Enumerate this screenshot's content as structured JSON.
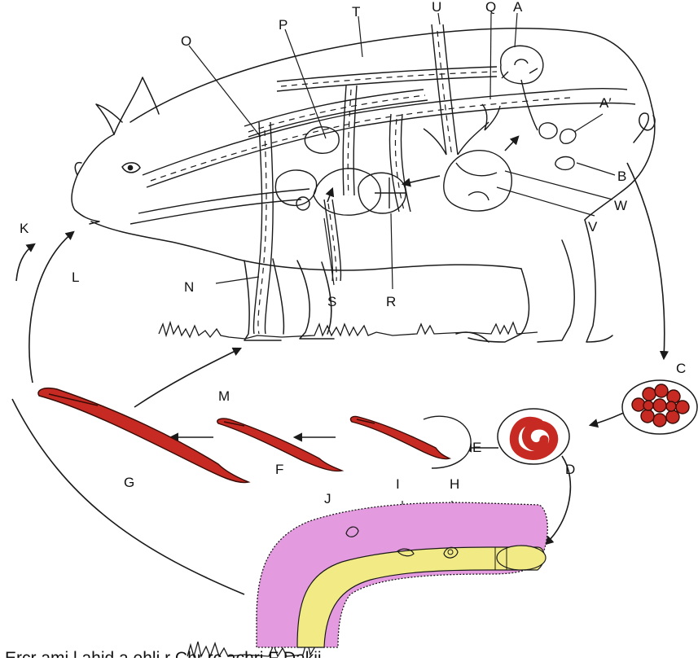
{
  "labels": {
    "A": "A",
    "A_prime": "A′",
    "B": "B",
    "C": "C",
    "D": "D",
    "E": "E",
    "F": "F",
    "G": "G",
    "H": "H",
    "I": "I",
    "J": "J",
    "K": "K",
    "L": "L",
    "M": "M",
    "N": "N",
    "O": "O",
    "P": "P",
    "Q": "Q",
    "R": "R",
    "S": "S",
    "T": "T",
    "U": "U",
    "V": "V",
    "W": "W"
  },
  "caption": "Ercr ami l ahid a ehli r Chr rc achri F Dakii",
  "colors": {
    "larva": "#c62a22",
    "larva_dark": "#3a0c08",
    "intestine_wall": "#e49adf",
    "intestine_lumen": "#f1ea85",
    "line": "#1a1a1a"
  }
}
